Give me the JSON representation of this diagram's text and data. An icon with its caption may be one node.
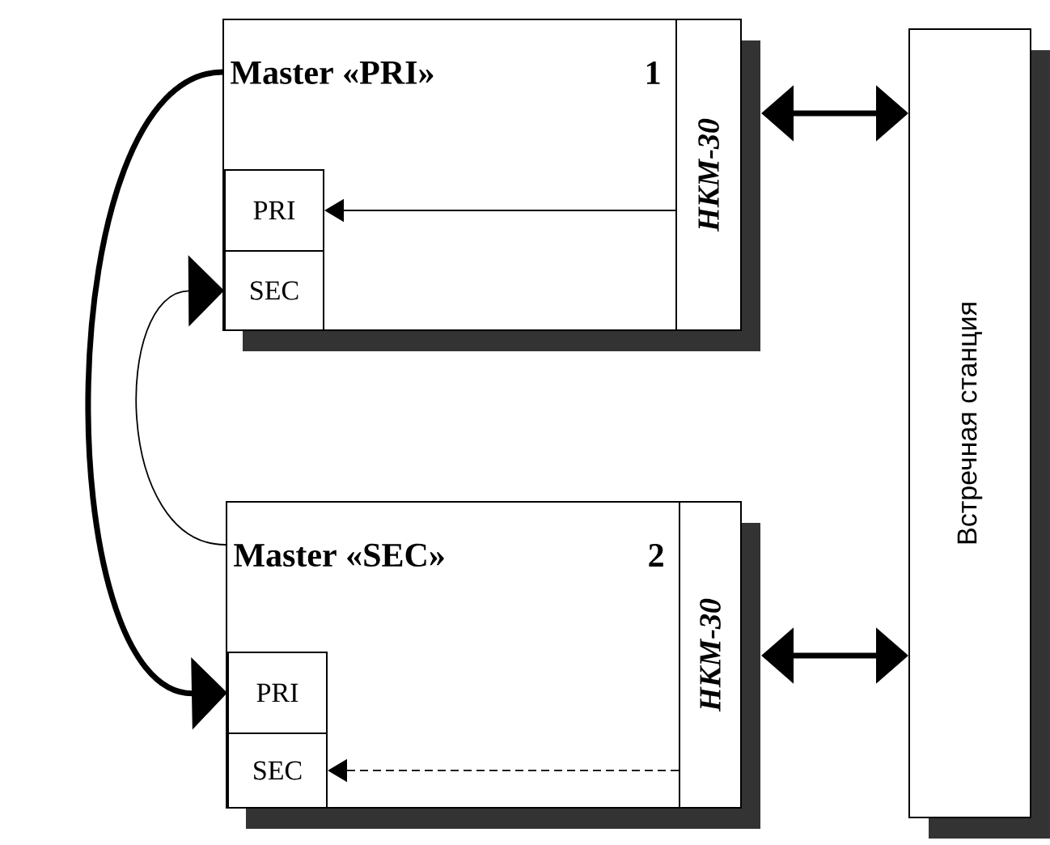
{
  "diagram": {
    "nodes": [
      {
        "text": [
          "Master «PRI»",
          "1"
        ]
      },
      {
        "text": [
          "PRI"
        ],
        "in": 0
      },
      {
        "text": [
          "SEC"
        ],
        "in": 0
      },
      {
        "text": [
          "НКМ-30"
        ],
        "in": 0
      },
      {
        "text": [
          "Master «SEC»",
          "2"
        ]
      },
      {
        "text": [
          "PRI"
        ],
        "in": 4
      },
      {
        "text": [
          "SEC"
        ],
        "in": 4
      },
      {
        "text": [
          "НКМ-30"
        ],
        "in": 4
      },
      {
        "text": [
          "Встречная станция"
        ]
      }
    ],
    "edges": [
      {
        "from": 0,
        "to": 5,
        "arrow": "to",
        "style": "thick"
      },
      {
        "from": 4,
        "to": 2,
        "arrow": "to"
      },
      {
        "from": 3,
        "to": 1,
        "arrow": "to"
      },
      {
        "from": 7,
        "to": 6,
        "arrow": "to",
        "style": "dashed"
      },
      {
        "from": 3,
        "to": 8,
        "arrow": "both",
        "style": "thick"
      },
      {
        "from": 7,
        "to": 8,
        "arrow": "both",
        "style": "thick"
      }
    ]
  }
}
